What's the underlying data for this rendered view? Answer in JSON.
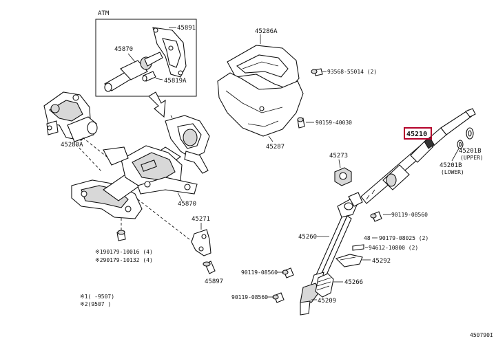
{
  "detail_box": {
    "title": "ATM"
  },
  "callouts": {
    "p45891": "45891",
    "p45870_detail": "45870",
    "p45819A": "45819A",
    "p45280A": "45280A",
    "p45870": "45870",
    "p45286A": "45286A",
    "p93568": "93568-55014 (2)",
    "p90159": "90159-40030",
    "p45287": "45287",
    "p45210": "45210",
    "p45201B_upper": "45201B",
    "upper_note": "(UPPER)",
    "p45201B_lower": "45201B",
    "lower_note": "(LOWER)",
    "p45273": "45273",
    "p90119_a": "90119-08560",
    "p45271": "45271",
    "p45260": "45260",
    "p48": "48",
    "p90179_08025": "90179-08025 (2)",
    "p94612": "94612-10800 (2)",
    "p45292": "45292",
    "p190179": "※190179-10016 (4)",
    "p290179": "※290179-10132 (4)",
    "p45897": "45897",
    "p90119_b": "90119-08560",
    "p45266": "45266",
    "p90119_c": "90119-08560",
    "p45209": "45209",
    "note1": "※1(     -9507)",
    "note2": "※2(9507     )",
    "diagram_id": "450790I"
  },
  "colors": {
    "highlight": "#b4002a",
    "ink": "#111111"
  }
}
